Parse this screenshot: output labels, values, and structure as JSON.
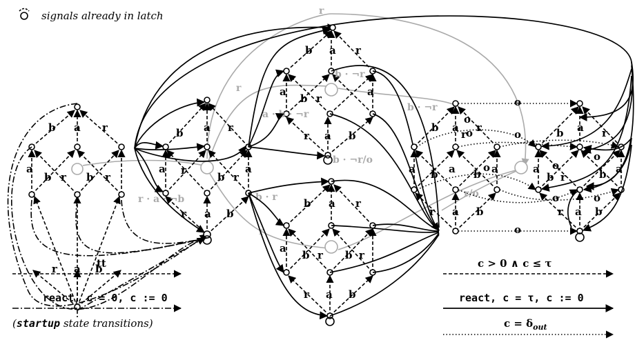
{
  "header": {
    "icon": "latch-icon",
    "latch_note": "signals already in latch"
  },
  "edge_labels": {
    "a": "a",
    "b": "b",
    "r": "r",
    "o": "o",
    "b_not_r": "b · ¬r",
    "b_not_r_o": "b · ¬r/o",
    "r_a_not_b": "r · a · ¬b",
    "a_b_not_r": "a · b · ¬r",
    "b_r": "b · r",
    "r_o": "r/o"
  },
  "legend_left": {
    "tt": "tt",
    "react": "react, c = 0, c := 0",
    "startup_word": "startup",
    "startup_rest": "state transitions)"
  },
  "legend_right": {
    "guard": "c > 0 ∧ c ≤ τ",
    "react": "react, c = τ, c := 0",
    "delta": "c = δ",
    "delta_sub": "out"
  }
}
